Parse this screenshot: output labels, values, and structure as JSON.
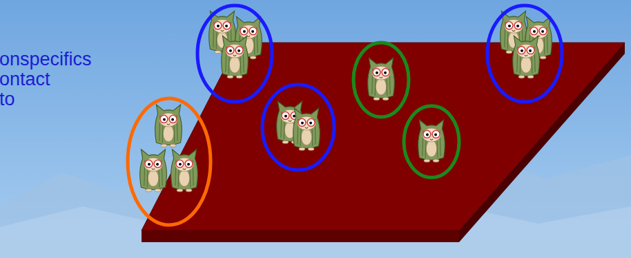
{
  "diagram": {
    "labels": [
      "onspecifics",
      "ontact",
      "to"
    ]
  }
}
